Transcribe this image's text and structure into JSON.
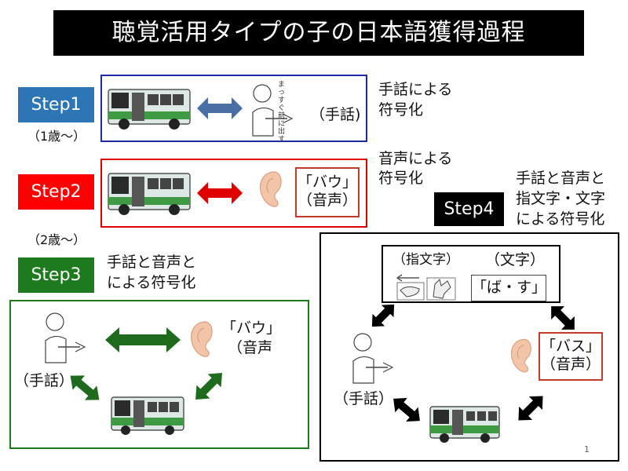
{
  "title": "聴覚活用タイプの子の日本語獲得過程",
  "step1": {
    "label": "Step1",
    "age": "（1歳～）",
    "sign_label": "（手話)",
    "caption": [
      "手話による",
      "符号化"
    ]
  },
  "step2": {
    "label": "Step2",
    "age": "（2歳～）",
    "word": "「バウ」",
    "voice": "（音声）",
    "caption": [
      "音声による",
      "符号化"
    ]
  },
  "step3": {
    "label": "Step3",
    "caption": [
      "手話と音声と",
      "による符号化"
    ],
    "word": "「バウ」",
    "voice": "（音声",
    "sign_label": "（手話）"
  },
  "step4": {
    "label": "Step4",
    "caption": [
      "手話と音声と",
      "指文字・文字",
      "による符号化"
    ],
    "fingerspelling_label": "（指文字）",
    "text_label": "（文字）",
    "text_word": "「ば・す」",
    "word": "「バス」",
    "voice": "（音声）",
    "sign_label": "（手話）"
  },
  "sign_text": "まっすぐ前に出す",
  "page_number": "1",
  "colors": {
    "step1": "#2e75b6",
    "step2": "#ff0000",
    "step3": "#1e7a1e",
    "step4": "#000000",
    "arrow_blue": "#4a6fa5",
    "arrow_red": "#e00000",
    "arrow_green": "#1e6b1e",
    "ear": "#f2c4a8"
  }
}
